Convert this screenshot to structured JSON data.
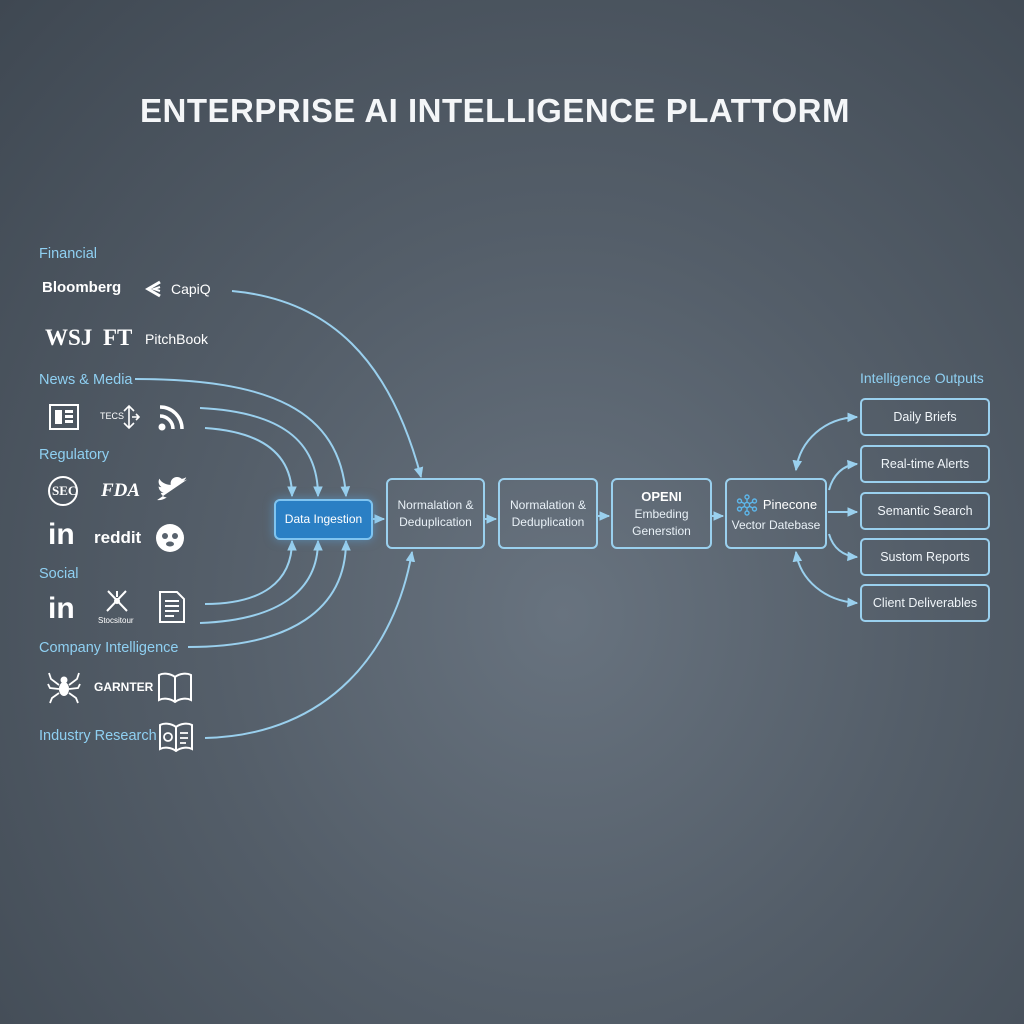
{
  "title": "ENTERPRISE AI INTELLIGENCE PLATTORM",
  "sources": {
    "financial": {
      "label": "Financial",
      "bloomberg": "Bloomberg",
      "capiq": "CapiQ",
      "wsj": "WSJ",
      "ft": "FT",
      "pitchbook": "PitchBook"
    },
    "news": {
      "label": "News & Media",
      "tech_label": "TECS"
    },
    "regulatory": {
      "label": "Regulatory",
      "sec": "SEC",
      "fda": "FDA",
      "linkedin": "in",
      "reddit": "reddit"
    },
    "social": {
      "label": "Social",
      "linkedin": "in",
      "stocktwits": "Stocsitour"
    },
    "company": {
      "label": "Company Intelligence",
      "gartner": "GARNTER"
    },
    "research": {
      "label": "Industry Research"
    }
  },
  "pipeline": {
    "ingestion": "Data Ingestion",
    "normalization_1": [
      "Normalation &",
      "Deduplication"
    ],
    "normalization_2": [
      "Normalation &",
      "Deduplication"
    ],
    "embedding": {
      "heading": "OPENI",
      "lines": [
        "Embeding",
        "Generstion"
      ]
    },
    "vector_db": {
      "heading": "Pinecone",
      "line": "Vector Datebase"
    }
  },
  "outputs": {
    "title": "Intelligence Outputs",
    "items": [
      "Daily Briefs",
      "Real-time Alerts",
      "Semantic Search",
      "Sustom Reports",
      "Client Deliverables"
    ]
  },
  "colors": {
    "background": "#545e69",
    "line": "#9ad0ee",
    "category": "#8fd0f2",
    "active_box": "#2a7fc4"
  },
  "icons": {
    "capiq": "chevron-mark-icon",
    "news_1": "newspaper-icon",
    "news_2": "arrows-icon",
    "rss": "rss-icon",
    "twitter": "twitter-bird-icon",
    "reddit": "reddit-alien-icon",
    "stocktwits": "tools-icon",
    "document": "document-icon",
    "spider": "spider-icon",
    "book": "open-book-icon",
    "research": "research-book-icon",
    "pinecone": "pinecone-network-icon"
  }
}
